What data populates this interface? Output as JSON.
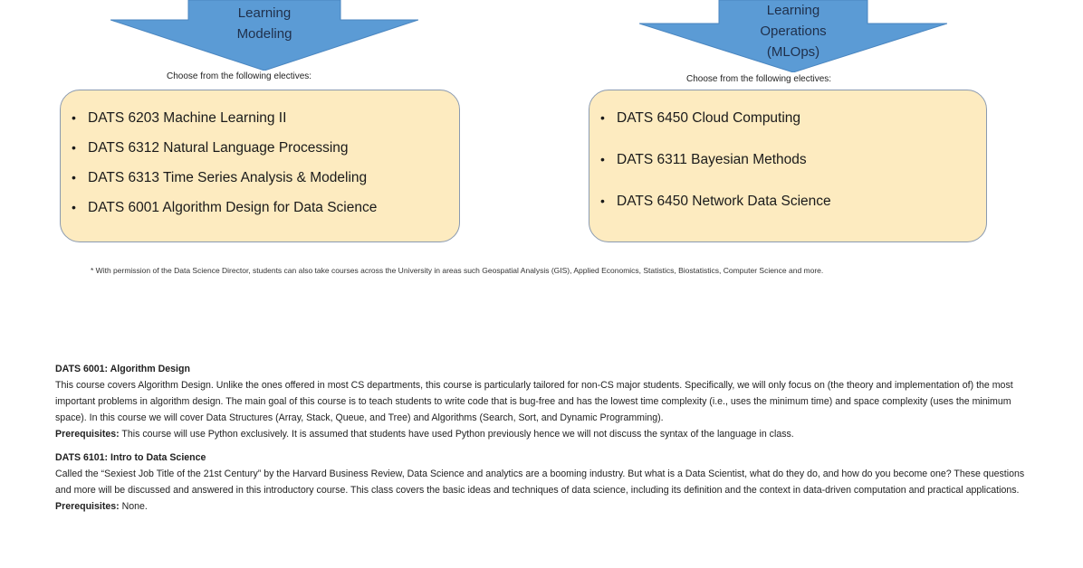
{
  "arrows": {
    "left": {
      "lines": [
        "Learning",
        "Modeling"
      ],
      "color": "#5b9bd5"
    },
    "right": {
      "lines": [
        "Learning",
        "Operations",
        "(MLOps)"
      ],
      "color": "#5b9bd5"
    }
  },
  "left_panel": {
    "choose_text": "Choose from the following electives:",
    "items": [
      "DATS 6203  Machine Learning II",
      "DATS 6312  Natural Language Processing",
      "DATS 6313  Time Series Analysis & Modeling",
      "DATS 6001  Algorithm Design for Data Science"
    ]
  },
  "right_panel": {
    "choose_text": "Choose from the following electives:",
    "items": [
      "DATS 6450  Cloud Computing",
      "DATS 6311  Bayesian Methods",
      "DATS 6450  Network Data Science"
    ]
  },
  "footnote": "* With permission of the Data Science Director, students can also take courses across the University in areas such Geospatial Analysis (GIS), Applied Economics, Statistics, Biostatistics, Computer Science and more.",
  "courses": [
    {
      "title": "DATS 6001: Algorithm Design",
      "description": "This course covers Algorithm Design. Unlike the ones offered in most CS departments, this course is particularly tailored for non-CS major students. Specifically, we will only focus on (the theory and implementation of) the most important problems in algorithm design. The main goal of this course is to teach students to write code that is bug-free and has the lowest time complexity (i.e., uses the minimum time) and space complexity (uses the minimum space). In this course we will cover Data Structures (Array, Stack, Queue, and Tree) and Algorithms (Search, Sort, and Dynamic Programming).",
      "prereq_label": "Prerequisites:",
      "prereq_text": " This course will use Python exclusively. It is assumed that students have used Python previously hence we will not discuss the syntax of the language in class."
    },
    {
      "title": "DATS 6101: Intro to Data Science",
      "description": "Called the “Sexiest Job Title of the 21st Century” by the Harvard Business Review, Data Science and analytics are a booming industry.  But what is a Data Scientist, what do they do, and how do you become one? These questions and more will be discussed and answered in this introductory course. This class covers the basic ideas and techniques of data science, including its definition and the context in data-driven computation and practical applications.",
      "prereq_label": "Prerequisites:",
      "prereq_text": " None."
    }
  ]
}
